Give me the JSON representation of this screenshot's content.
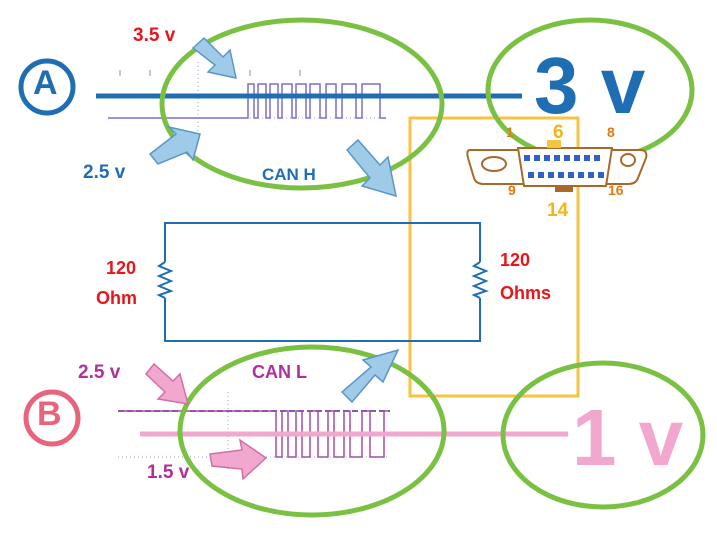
{
  "letters": {
    "a": "A",
    "b": "B"
  },
  "voltages": {
    "top_high": "3.5 v",
    "top_low": "2.5 v",
    "bottom_high": "2.5 v",
    "bottom_low": "1.5 v",
    "big_a": "3 v",
    "big_b": "1 v"
  },
  "bus_labels": {
    "can_h": "CAN H",
    "can_l": "CAN L"
  },
  "resistors": {
    "left_value": "120",
    "left_unit": "Ohm",
    "right_value": "120",
    "right_unit": "Ohms"
  },
  "connector": {
    "pin_1": "1",
    "pin_6": "6",
    "pin_8": "8",
    "pin_9": "9",
    "pin_16": "16",
    "pin_14": "14"
  },
  "colors": {
    "blue": "#1f6db3",
    "pink": "#f0a8cf",
    "pink_text": "#f2a7cf",
    "green_ellipse": "#7ac143",
    "red_text": "#e8161b",
    "orange_frame": "#f6c343",
    "arrow_fill": "#9fcbe9",
    "pink_arrow": "#f2a7cf",
    "signal_blue": "#7b6fd1",
    "signal_purple": "#a34fa8"
  }
}
